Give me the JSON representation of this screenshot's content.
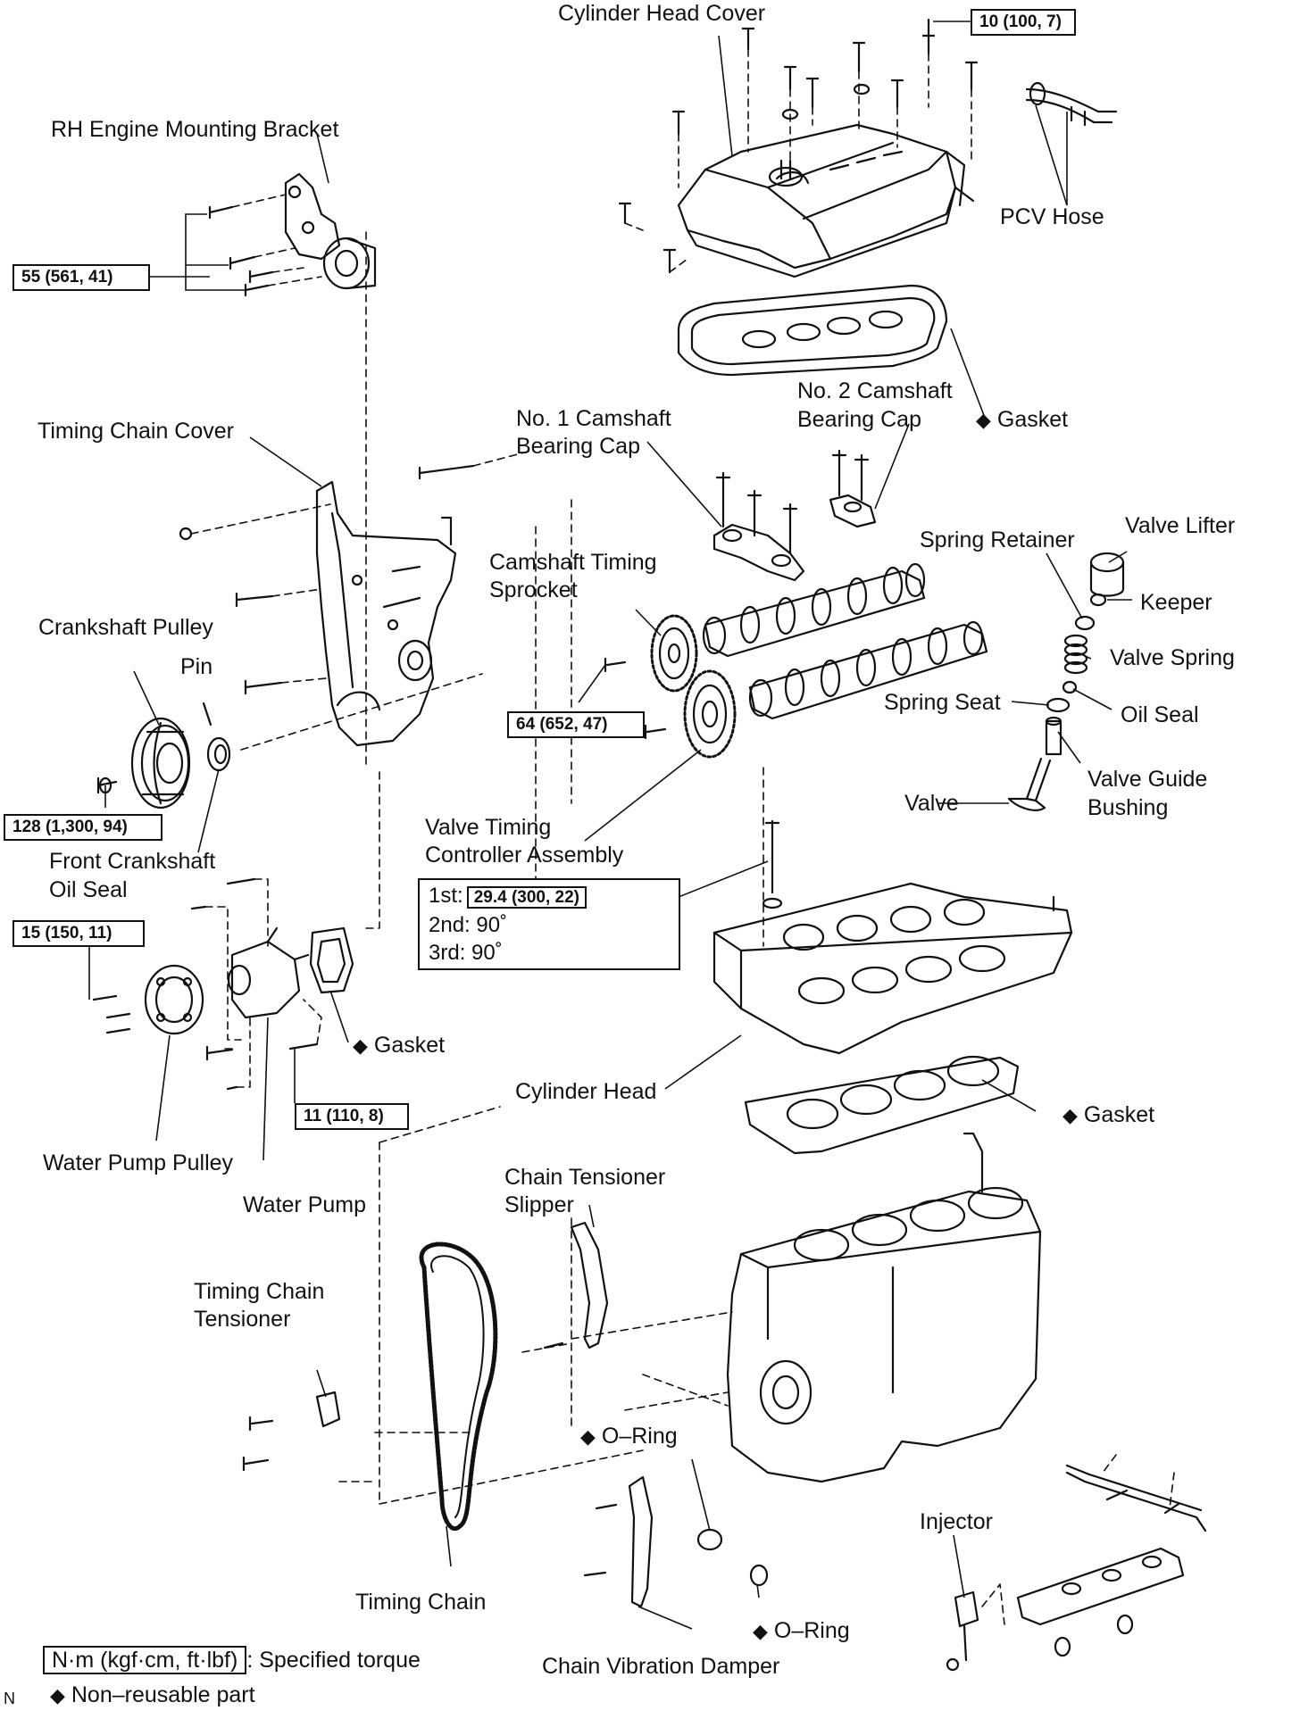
{
  "labels": {
    "cylinder_head_cover": "Cylinder Head Cover",
    "rh_engine_mounting_bracket": "RH Engine Mounting Bracket",
    "pcv_hose": "PCV Hose",
    "no2_camshaft_bearing_cap_1": "No. 2 Camshaft",
    "no2_camshaft_bearing_cap_2": "Bearing Cap",
    "gasket_top": "Gasket",
    "timing_chain_cover": "Timing Chain Cover",
    "no1_camshaft_bearing_cap_1": "No. 1 Camshaft",
    "no1_camshaft_bearing_cap_2": "Bearing Cap",
    "spring_retainer": "Spring Retainer",
    "valve_lifter": "Valve Lifter",
    "camshaft_timing_sprocket_1": "Camshaft Timing",
    "camshaft_timing_sprocket_2": "Sprocket",
    "keeper": "Keeper",
    "crankshaft_pulley": "Crankshaft Pulley",
    "valve_spring": "Valve Spring",
    "pin": "Pin",
    "spring_seat": "Spring Seat",
    "oil_seal": "Oil Seal",
    "valve_guide_bushing_1": "Valve  Guide",
    "valve_guide_bushing_2": "Bushing",
    "valve": "Valve",
    "valve_timing_controller_1": "Valve Timing",
    "valve_timing_controller_2": "Controller Assembly",
    "front_crankshaft_oil_seal_1": "Front Crankshaft",
    "front_crankshaft_oil_seal_2": "Oil Seal",
    "gasket_water_pump": "Gasket",
    "cylinder_head": "Cylinder Head",
    "gasket_cylinder_head": "Gasket",
    "water_pump_pulley": "Water Pump Pulley",
    "water_pump": "Water Pump",
    "chain_tensioner_slipper_1": "Chain Tensioner",
    "chain_tensioner_slipper_2": "Slipper",
    "timing_chain_tensioner_1": "Timing Chain",
    "timing_chain_tensioner_2": "Tensioner",
    "o_ring_upper": "O–Ring",
    "injector": "Injector",
    "timing_chain": "Timing Chain",
    "o_ring_lower": "O–Ring",
    "chain_vibration_damper": "Chain Vibration Damper"
  },
  "torques": {
    "cover_bolt": "10 (100, 7)",
    "mount_bracket": "55 (561, 41)",
    "sprocket_bolt": "64 (652, 47)",
    "crank_pulley": "128 (1,300, 94)",
    "water_pump_pulley": "15 (150, 11)",
    "water_pump": "11 (110, 8)",
    "head_bolt_step1_label": "1st:",
    "head_bolt_step1": "29.4 (300, 22)",
    "head_bolt_step2": "2nd: 90˚",
    "head_bolt_step3": "3rd: 90˚"
  },
  "legend": {
    "unit": "N·m (kgf·cm, ft·lbf)",
    "specified_torque": ": Specified torque",
    "non_reusable": "Non–reusable part",
    "corner_mark": "N"
  },
  "symbols": {
    "non_reusable_mark": "◆"
  }
}
